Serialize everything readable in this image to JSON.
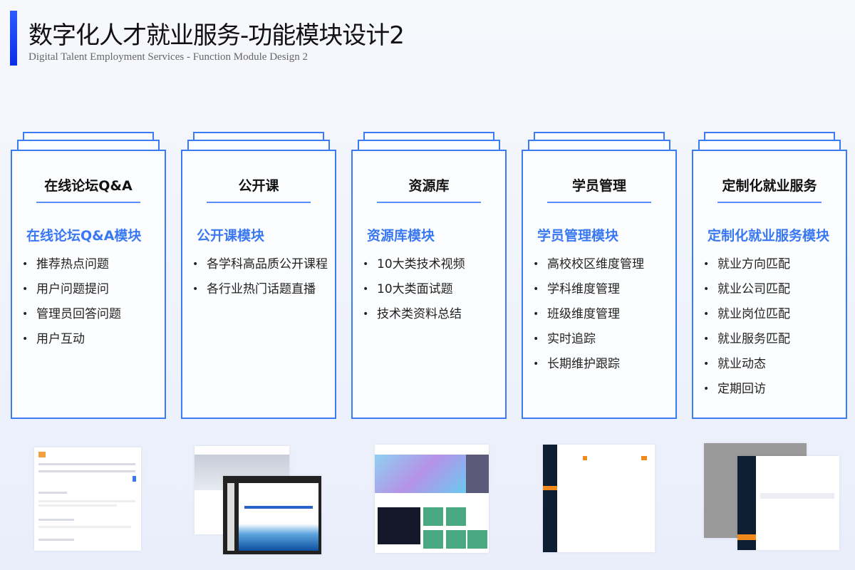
{
  "header": {
    "title": "数字化人才就业服务-功能模块设计2",
    "subtitle": "Digital Talent Employment Services - Function Module Design 2"
  },
  "accent": "#3b7bf6",
  "cards": [
    {
      "title": "在线论坛Q&A",
      "module": "在线论坛Q&A模块",
      "items": [
        "推荐热点问题",
        "用户问题提问",
        "管理员回答问题",
        "用户互动"
      ]
    },
    {
      "title": "公开课",
      "module": "公开课模块",
      "items": [
        "各学科高品质公开课程",
        "各行业热门话题直播"
      ]
    },
    {
      "title": "资源库",
      "module": "资源库模块",
      "items": [
        "10大类技术视频",
        "10大类面试题",
        "技术类资料总结"
      ]
    },
    {
      "title": "学员管理",
      "module": "学员管理模块",
      "items": [
        "高校校区维度管理",
        "学科维度管理",
        "班级维度管理",
        "实时追踪",
        "长期维护跟踪"
      ]
    },
    {
      "title": "定制化就业服务",
      "module": "定制化就业服务模块",
      "items": [
        "就业方向匹配",
        "就业公司匹配",
        "就业岗位匹配",
        "就业服务匹配",
        "就业动态",
        "定期回访"
      ]
    }
  ]
}
